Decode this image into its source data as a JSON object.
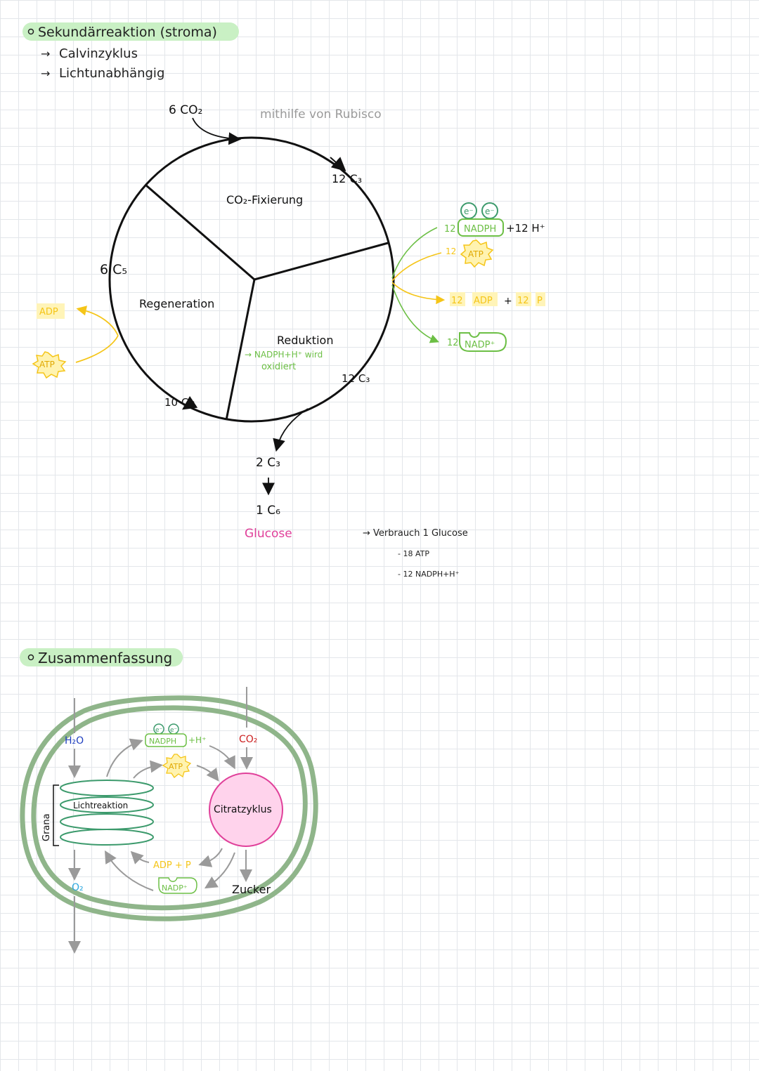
{
  "section1": {
    "heading": "Sekundärreaktion (stroma)",
    "bullets": [
      "Calvinzyklus",
      "Lichtunabhängig"
    ]
  },
  "calvin": {
    "input_co2": "6 CO₂",
    "rubisco_note": "mithilfe von Rubisco",
    "top_c3": "12 C₃",
    "phase_fixation": "CO₂-Fixierung",
    "phase_reduction": "Reduktion",
    "reduction_note_line1": "→ NADPH+H⁺ wird",
    "reduction_note_line2": "oxidiert",
    "phase_regeneration": "Regeneration",
    "left_c5": "6 C₅",
    "bottom_right_c3": "12 C₃",
    "bottom_left_c3": "10 C₃",
    "out_c3": "2 C₃",
    "out_c6": "1 C₆",
    "glucose": "Glucose"
  },
  "right_side": {
    "nadph_count": "12",
    "nadph_label": "NADPH",
    "h_plus": "+12 H⁺",
    "electron": "e⁻",
    "atp_count": "12",
    "atp_label": "ATP",
    "adp_count": "12",
    "adp_label": "ADP",
    "plus": "+",
    "p_count": "12",
    "p_label": "P",
    "nadp_count": "12",
    "nadp_label": "NADP⁺"
  },
  "left_side": {
    "adp_label": "ADP",
    "atp_label": "ATP"
  },
  "consumption": {
    "title": "→ Verbrauch 1 Glucose",
    "items": [
      "- 18 ATP",
      "- 12 NADPH+H⁺"
    ]
  },
  "section2": {
    "heading": "Zusammenfassung"
  },
  "summary": {
    "h2o": "H₂O",
    "o2": "O₂",
    "co2": "CO₂",
    "electron": "e⁻",
    "nadph": "NADPH",
    "h_plus": "+H⁺",
    "atp": "ATP",
    "adp_p": "ADP + P",
    "nadp": "NADP⁺",
    "lichtreaktion": "Lichtreaktion",
    "grana": "Grana",
    "citratzyklus": "Citratzyklus",
    "zucker": "Zucker"
  },
  "colors": {
    "green_highlight": "#c9f0c4",
    "green": "#6cbf45",
    "yellow": "#f5c518",
    "magenta": "#e0409a",
    "grey": "#9a9a9a",
    "chloroplast": "#8fb58a",
    "thylakoid": "#3c9a6c"
  }
}
